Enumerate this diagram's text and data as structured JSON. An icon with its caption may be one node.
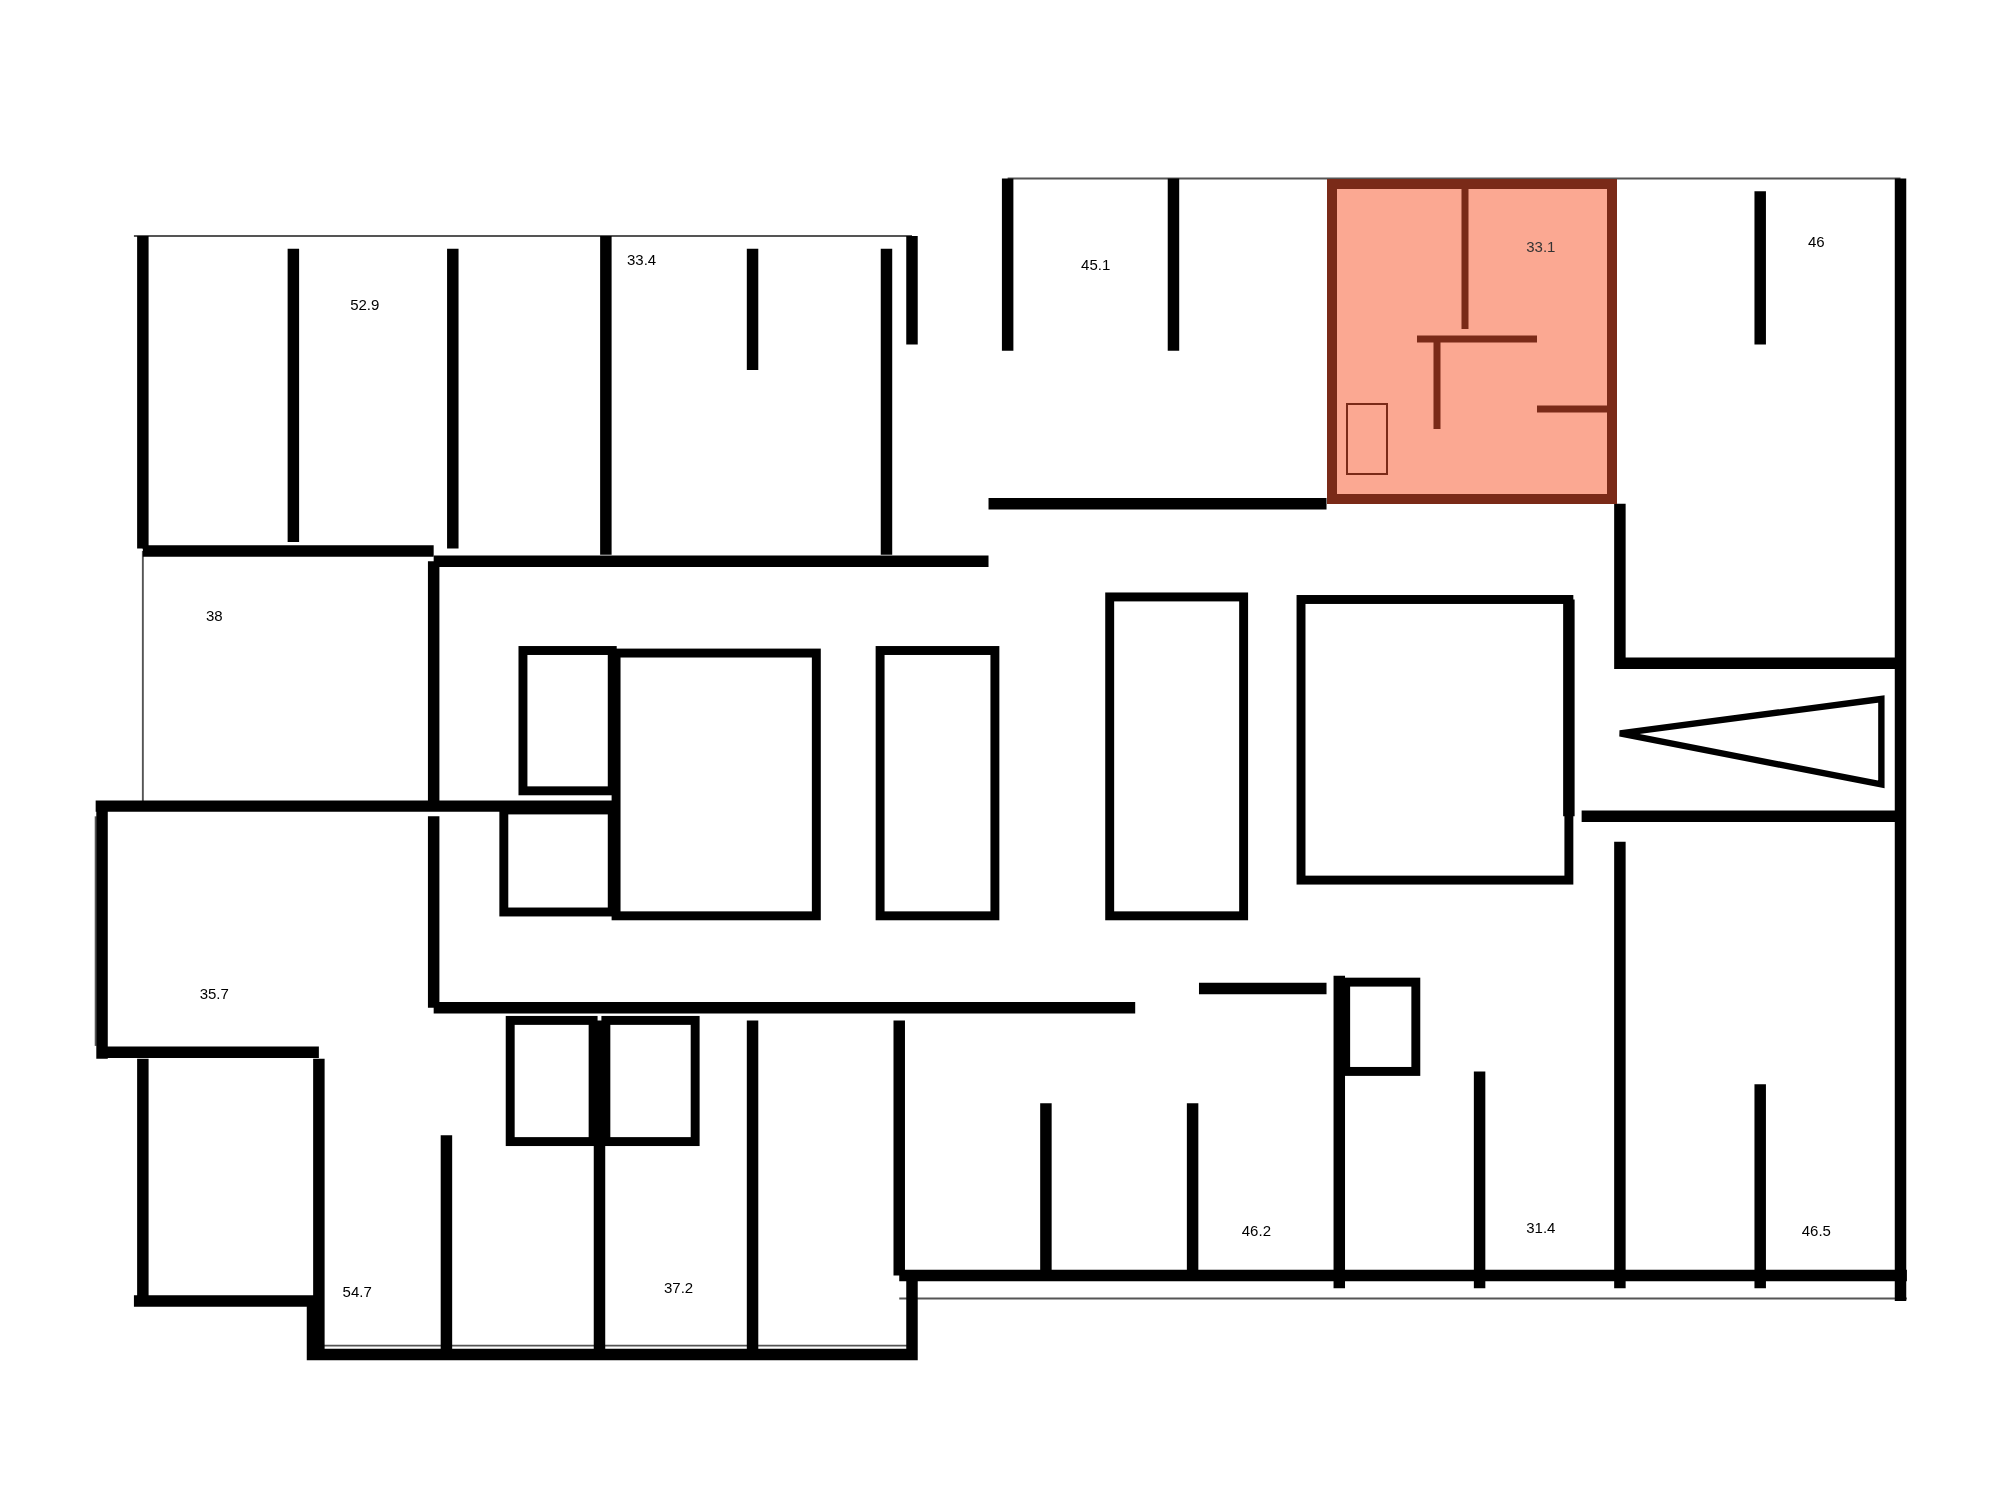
{
  "diagram": {
    "nodes": [
      {
        "text": [
          "33.1"
        ]
      }
    ],
    "labels": [
      "46",
      "33.4",
      "45.1",
      "52.9",
      "38",
      "35.7",
      "46.2",
      "31.4",
      "46.5",
      "37.2",
      "54.7"
    ]
  }
}
